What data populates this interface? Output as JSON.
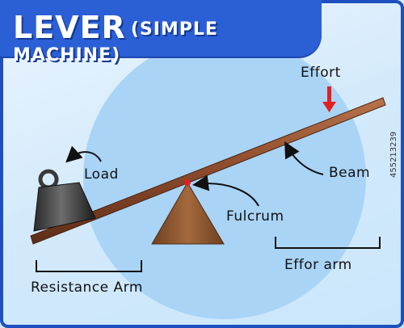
{
  "title": {
    "main": "LEVER",
    "sub": "(SIMPLE MACHINE)"
  },
  "labels": {
    "effort": "Effort",
    "load": "Load",
    "beam": "Beam",
    "fulcrum": "Fulcrum",
    "effort_arm": "Effor arm",
    "resistance_arm": "Resistance Arm"
  },
  "watermark": "455213239",
  "colors": {
    "title_bg": "#2b5fd6",
    "beam": "#8b4a2b",
    "fulcrum": "#8a5a33",
    "effort_arrow": "#e02020",
    "circle": "#a9d4f6"
  }
}
